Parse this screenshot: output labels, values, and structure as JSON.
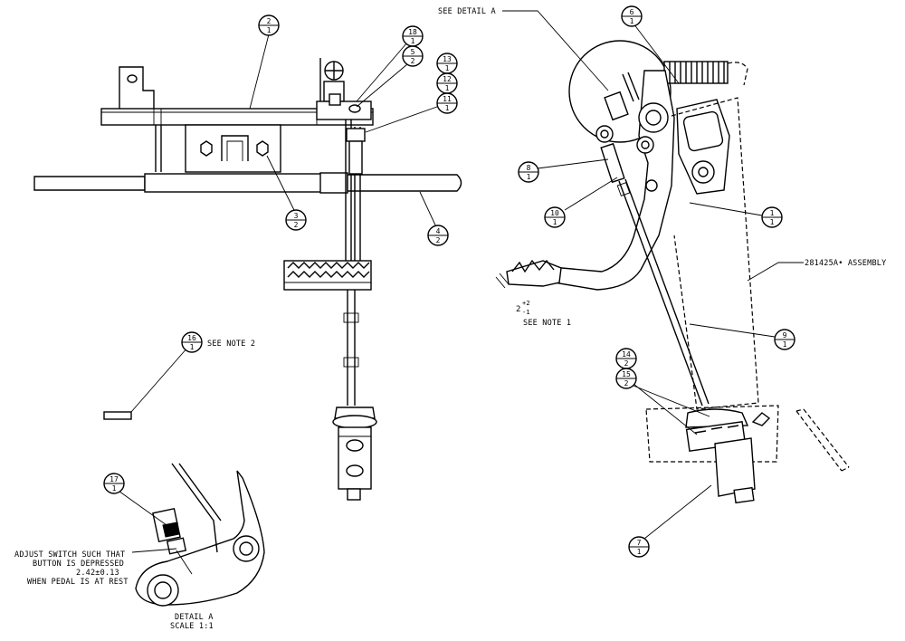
{
  "balloons": [
    {
      "id": "b2a",
      "top": "2",
      "bottom": "1"
    },
    {
      "id": "b18",
      "top": "18",
      "bottom": "1"
    },
    {
      "id": "b5",
      "top": "5",
      "bottom": "2"
    },
    {
      "id": "b13",
      "top": "13",
      "bottom": "1"
    },
    {
      "id": "b12",
      "top": "12",
      "bottom": "1"
    },
    {
      "id": "b11",
      "top": "11",
      "bottom": "1"
    },
    {
      "id": "b3",
      "top": "3",
      "bottom": "2"
    },
    {
      "id": "b4",
      "top": "4",
      "bottom": "2"
    },
    {
      "id": "b16",
      "top": "16",
      "bottom": "1"
    },
    {
      "id": "b17",
      "top": "17",
      "bottom": "1"
    },
    {
      "id": "b6",
      "top": "6",
      "bottom": "1"
    },
    {
      "id": "b8",
      "top": "8",
      "bottom": "1"
    },
    {
      "id": "b10",
      "top": "10",
      "bottom": "1"
    },
    {
      "id": "b1",
      "top": "1",
      "bottom": "1"
    },
    {
      "id": "b9",
      "top": "9",
      "bottom": "1"
    },
    {
      "id": "b14",
      "top": "14",
      "bottom": "2"
    },
    {
      "id": "b15",
      "top": "15",
      "bottom": "2"
    },
    {
      "id": "b7",
      "top": "7",
      "bottom": "1"
    }
  ],
  "notes": {
    "see_detail": "SEE DETAIL  A",
    "see_note_2": "SEE NOTE 2",
    "see_note_1": "SEE NOTE 1",
    "assembly": "281425A• ASSEMBLY",
    "tolerance_base": "2",
    "tolerance_plus": "+2",
    "tolerance_minus": "-1",
    "adjust_lines": [
      "ADJUST SWITCH SUCH THAT",
      "BUTTON IS DEPRESSED",
      "2.42±0.13",
      "WHEN PEDAL IS AT REST"
    ],
    "detail_title": "DETAIL  A",
    "detail_scale": "SCALE  1:1"
  }
}
